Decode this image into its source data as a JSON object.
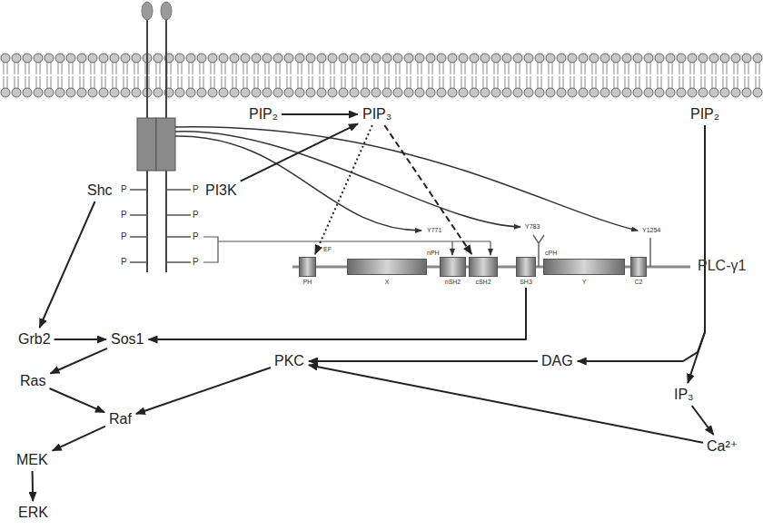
{
  "diagram": {
    "nodes": [
      {
        "text": [
          "Shc"
        ]
      },
      {
        "text": [
          "PIP₂"
        ]
      },
      {
        "text": [
          "PIP₃"
        ]
      },
      {
        "text": [
          "PIP₂"
        ]
      },
      {
        "text": [
          "PI3K"
        ]
      },
      {
        "text": [
          "PH"
        ]
      },
      {
        "text": [
          "X"
        ]
      },
      {
        "text": [
          "nSH2"
        ]
      },
      {
        "text": [
          "cSH2"
        ]
      },
      {
        "text": [
          "SH3"
        ]
      },
      {
        "text": [
          "Y"
        ]
      },
      {
        "text": [
          "C2"
        ]
      },
      {
        "text": [
          "Grb2"
        ]
      },
      {
        "text": [
          "Sos1"
        ]
      },
      {
        "text": [
          "PKC"
        ]
      },
      {
        "text": [
          "DAG"
        ]
      },
      {
        "text": [
          "Ras"
        ]
      },
      {
        "text": [
          "Raf"
        ]
      },
      {
        "text": [
          "IP₃"
        ]
      },
      {
        "text": [
          "MEK"
        ]
      },
      {
        "text": [
          "Ca²⁺"
        ]
      },
      {
        "text": [
          "ERK"
        ]
      }
    ],
    "edges": [
      {
        "from": 0,
        "to": 12,
        "arrow": "to"
      },
      {
        "from": 12,
        "to": 13,
        "arrow": "to"
      },
      {
        "from": 13,
        "to": 16,
        "arrow": "to"
      },
      {
        "from": 16,
        "to": 17,
        "arrow": "to"
      },
      {
        "from": 17,
        "to": 19,
        "arrow": "to"
      },
      {
        "from": 19,
        "to": 21,
        "arrow": "to"
      },
      {
        "from": 1,
        "to": 2,
        "arrow": "to"
      },
      {
        "from": 4,
        "to": 2,
        "arrow": "to"
      },
      {
        "from": 2,
        "to": 5,
        "arrow": "to"
      },
      {
        "from": 2,
        "to": 8,
        "arrow": "to"
      },
      {
        "from": 9,
        "to": 13,
        "arrow": "to"
      },
      {
        "from": 3,
        "to": 15,
        "arrow": "to"
      },
      {
        "from": 3,
        "to": 18,
        "arrow": "to"
      },
      {
        "from": 15,
        "to": 14,
        "arrow": "to"
      },
      {
        "from": 18,
        "to": 20,
        "arrow": "to"
      },
      {
        "from": 20,
        "to": 14,
        "arrow": "to"
      },
      {
        "from": 14,
        "to": 17,
        "arrow": "to"
      }
    ],
    "labels": [
      "P",
      "P",
      "P",
      "P",
      "P",
      "P",
      "P",
      "P",
      "EF",
      "nPH",
      "cPH",
      "Y771",
      "Y783",
      "Y1254",
      "PLC-γ1"
    ]
  }
}
